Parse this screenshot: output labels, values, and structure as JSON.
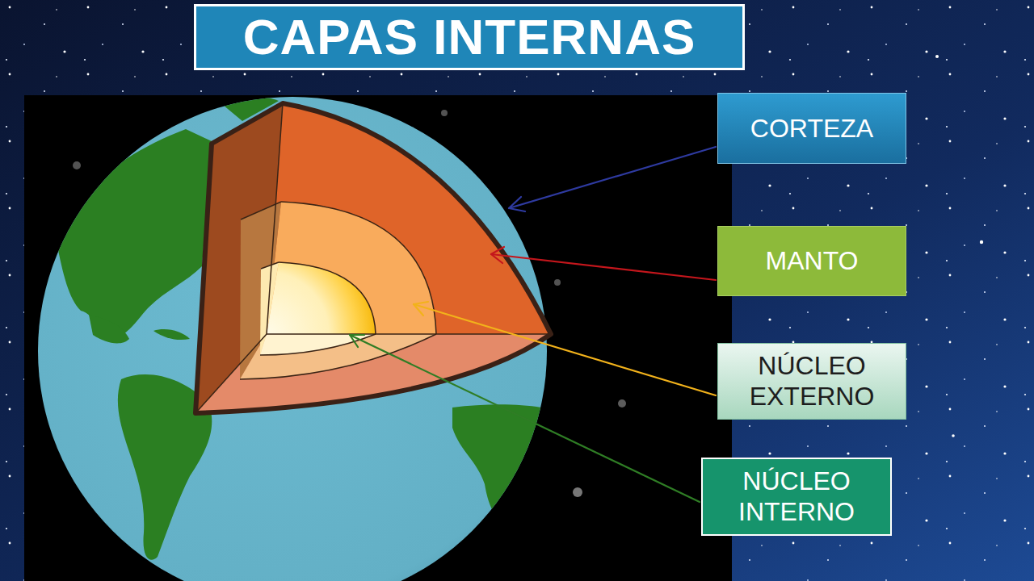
{
  "diagram": {
    "title": "CAPAS INTERNAS",
    "nodes": [
      {
        "text": [
          "CORTEZA"
        ]
      },
      {
        "text": [
          "MANTO"
        ]
      },
      {
        "text": [
          "NÚCLEO EXTERNO"
        ]
      },
      {
        "text": [
          "NÚCLEO INTERNO"
        ]
      }
    ]
  }
}
